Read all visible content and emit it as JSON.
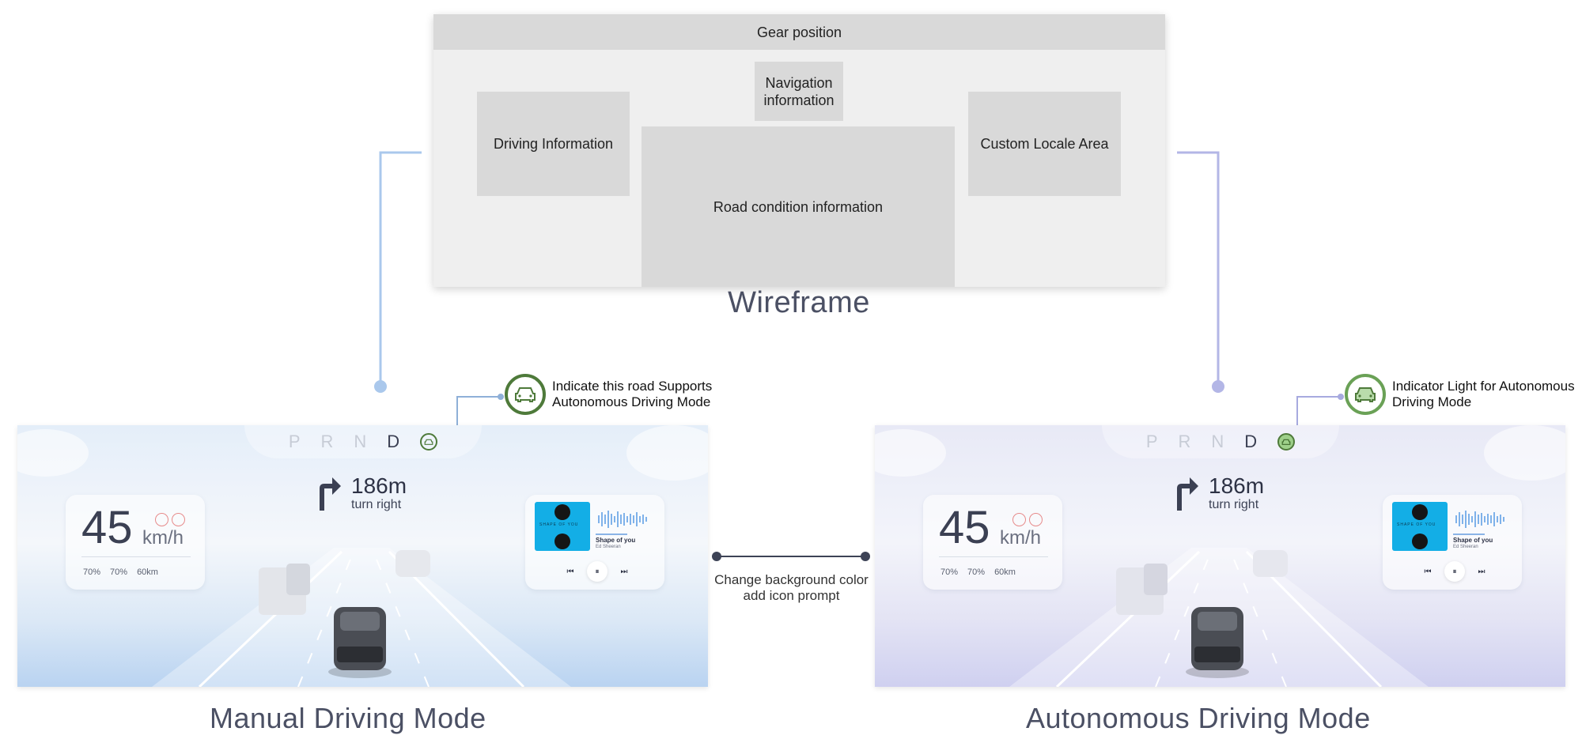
{
  "wireframe": {
    "title": "Wireframe",
    "gear_position": "Gear position",
    "navigation": "Navigation information",
    "driving_info": "Driving Information",
    "road_condition": "Road condition information",
    "custom_area": "Custom Locale Area"
  },
  "callouts": {
    "manual": "Indicate this road Supports Autonomous Driving Mode",
    "auto": "Indicator Light for Autonomous Driving Mode",
    "middle": "Change background color add icon prompt"
  },
  "dashboard": {
    "gears": [
      "P",
      "R",
      "N",
      "D"
    ],
    "active_gear": "D",
    "nav_distance": "186m",
    "nav_direction": "turn right",
    "speed": "45",
    "speed_unit": "km/h",
    "stats": [
      "70%",
      "70%",
      "60km"
    ],
    "song_title": "Shape of you",
    "song_artist": "Ed Sheeran",
    "album_text": "SHAPE OF YOU"
  },
  "modes": {
    "manual": "Manual Driving Mode",
    "auto": "Autonomous Driving Mode"
  },
  "colors": {
    "indicator_green": "#4e7a3a",
    "manual_bg": "#b9d3f1",
    "auto_bg": "#cfd0f0",
    "connector_manual": "#aac8ec",
    "connector_auto": "#b3b6e6"
  }
}
